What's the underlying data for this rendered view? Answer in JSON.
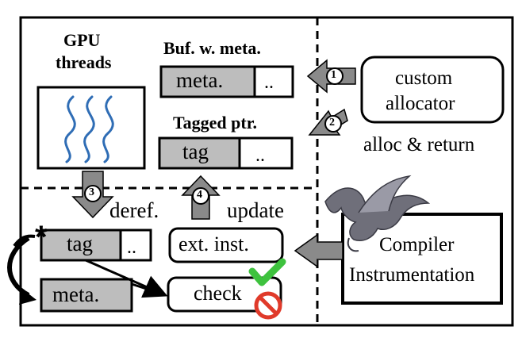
{
  "diagram": {
    "gpu_threads_title_line1": "GPU",
    "gpu_threads_title_line2": "threads",
    "buffer_title": "Buf. w. meta.",
    "buffer_meta_cell": "meta.",
    "buffer_rest_cell": "..",
    "tagged_ptr_title": "Tagged ptr.",
    "tagged_ptr_tag_cell": "tag",
    "tagged_ptr_rest_cell": "..",
    "step1_number": "1",
    "step2_number": "2",
    "step3_number": "3",
    "step4_number": "4",
    "custom_allocator_line1": "custom",
    "custom_allocator_line2": "allocator",
    "alloc_return_label": "alloc & return",
    "deref_label": "deref.",
    "update_label": "update",
    "bottom_tag_cell": "tag",
    "bottom_rest_cell": "..",
    "bottom_meta_cell": "meta.",
    "ext_inst_label": "ext. inst.",
    "check_label": "check",
    "compiler_line1": "Compiler",
    "compiler_line2": "Instrumentation",
    "asterisk": "*",
    "colors": {
      "cell_fill": "#bdbdbd",
      "arrow_fill": "#8a8a8a",
      "thread_lines": "#2f6db5",
      "check_green": "#3ec23e",
      "stop_red": "#e03a2a"
    },
    "icons": [
      "check-mark-icon",
      "no-entry-icon",
      "dragon-logo-icon",
      "gpu-thread-wave-icon"
    ]
  }
}
